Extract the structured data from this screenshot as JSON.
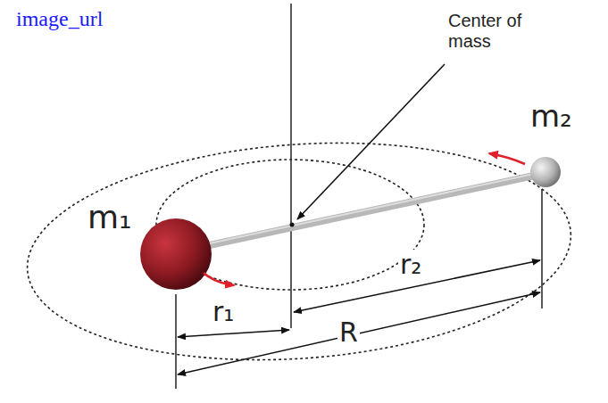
{
  "diagram": {
    "labels": [
      "image_url",
      "Center of mass",
      "m₁",
      "m₂",
      "r₁",
      "r₂",
      "R"
    ]
  }
}
